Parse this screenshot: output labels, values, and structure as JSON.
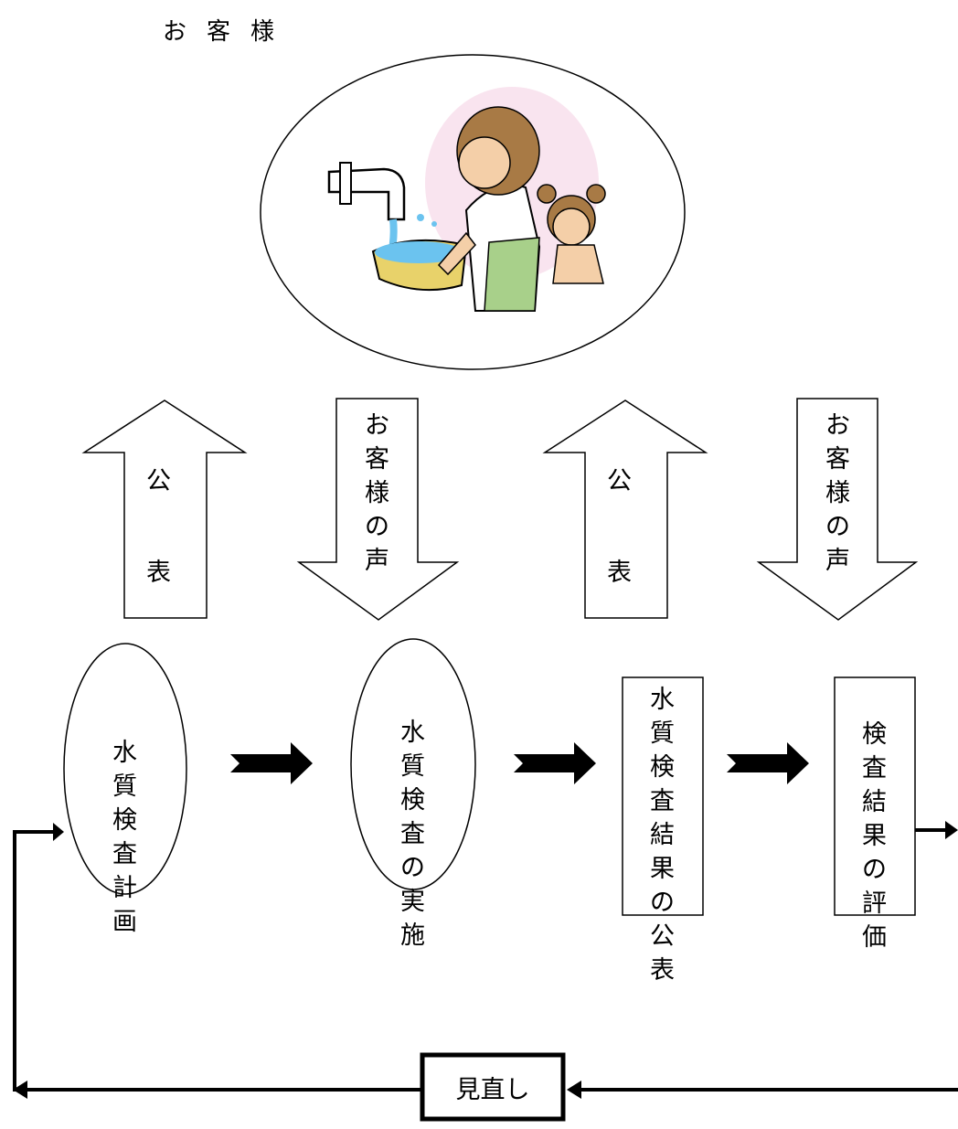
{
  "customer_title": "お客様",
  "arrows": {
    "publish_label": "公表",
    "voice_label": "お客様の声"
  },
  "steps": [
    {
      "label": "水質検査計画",
      "shape": "ellipse"
    },
    {
      "label": "水質検査の実施",
      "shape": "ellipse"
    },
    {
      "label": "水質検査結果の公表",
      "shape": "rectangle"
    },
    {
      "label": "検査結果の評価",
      "shape": "rectangle"
    }
  ],
  "review_label": "見直し",
  "illustration": "woman-washing-in-basin-under-faucet-with-child",
  "colors": {
    "water": "#6bc3ef",
    "basin": "#e8d26a",
    "apron": "#a8d08a",
    "hair": "#a87a45",
    "skin": "#f4cfa8",
    "glow": "#f7d8e8"
  }
}
